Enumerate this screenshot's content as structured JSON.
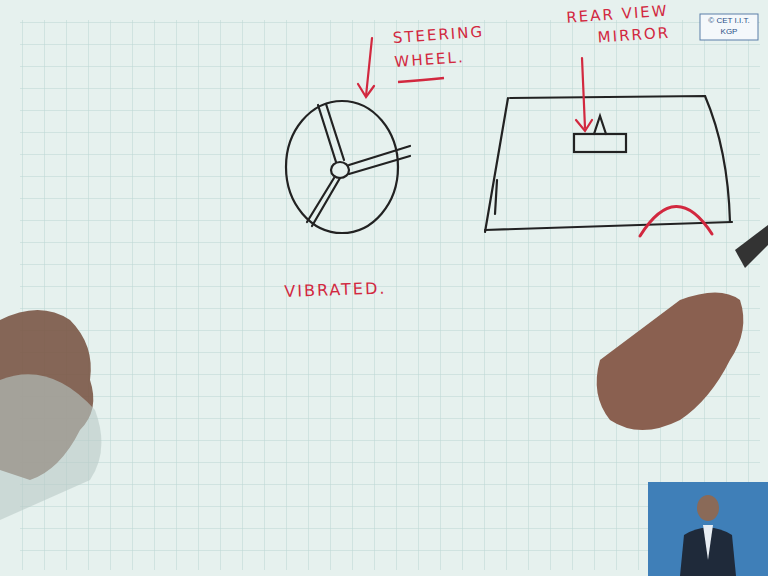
{
  "diagram": {
    "labels": [
      "STEERING WHEEL.",
      "REAR VIEW MIRROR",
      "VIBRATED.",
      "© CET I.I.T. KGP"
    ]
  }
}
